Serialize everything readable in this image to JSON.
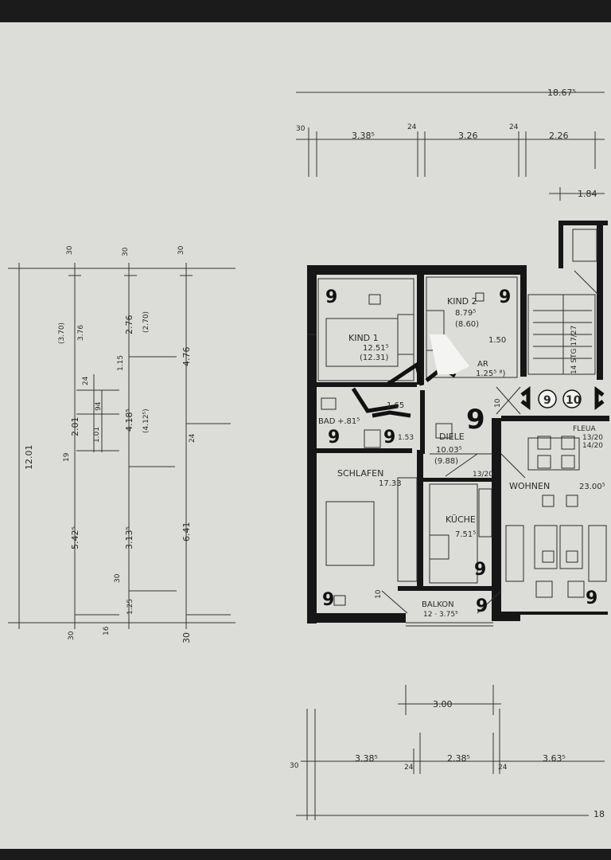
{
  "sheet": {
    "background": "#dcdcd9",
    "ink": "#1a1a1a"
  },
  "top_dims": {
    "total": "18.67⁵",
    "seg_a": "3.38⁵",
    "seg_b": "3.26",
    "seg_c": "2.26",
    "wall_30": "30",
    "wall_24a": "24",
    "wall_24b": "24",
    "right_184": "1.84"
  },
  "left_dims": {
    "total": "12.01",
    "lower": "5.42⁵",
    "mid_313": "3.13⁵",
    "mid_418": "4.18⁵",
    "mid_412": "(4.12⁵)",
    "v276": "2.76",
    "v270": "(2.70)",
    "v476": "4.76",
    "v641": "6.41",
    "v376": "3.76",
    "v370": "(3.70)",
    "v201": "2.01",
    "v115": "1.15",
    "v125": "1.25",
    "v101": "1.01",
    "v94": "94",
    "n30a": "30",
    "n30b": "30",
    "n30c": "30",
    "n30d": "30",
    "n30e": "30",
    "n24a": "24",
    "n24b": "24",
    "n19": "19",
    "n30f": "30",
    "n16": "16"
  },
  "bottom_dims": {
    "d300": "3.00",
    "d3385": "3.38⁵",
    "d2385": "2.38⁵",
    "d3635": "3.63⁵",
    "w30": "30",
    "w24a": "24",
    "w24b": "24",
    "total": "18"
  },
  "rooms": [
    {
      "name": "KIND 1",
      "area": "12.51⁵",
      "area2": "(12.31)"
    },
    {
      "name": "KIND 2",
      "area": "8.79⁵",
      "area2": "(8.60)"
    },
    {
      "name": "AR",
      "area": "1.25⁵ ⁸)"
    },
    {
      "name": "BAD",
      "area": "+.81⁵"
    },
    {
      "name": "DIELE",
      "area": "10.03⁵",
      "area2": "(9.88)"
    },
    {
      "name": "SCHLAFEN",
      "area": "17.33"
    },
    {
      "name": "KÜCHE",
      "area": "7.51⁵"
    },
    {
      "name": "WOHNEN",
      "area": "23.00⁵"
    },
    {
      "name": "BALKON",
      "area": "12 · 3.75⁵"
    },
    {
      "name": "FLEUA",
      "area": "13/20",
      "area2": "14/20"
    }
  ],
  "stair": {
    "label": "14 STG 17/27"
  },
  "misc": {
    "d150": "1.50",
    "d165": "1.65",
    "d153": "1.53",
    "d1320": "13/20",
    "d10a": "10",
    "d10b": "10"
  },
  "markers": {
    "nine": "9",
    "ten": "10"
  }
}
